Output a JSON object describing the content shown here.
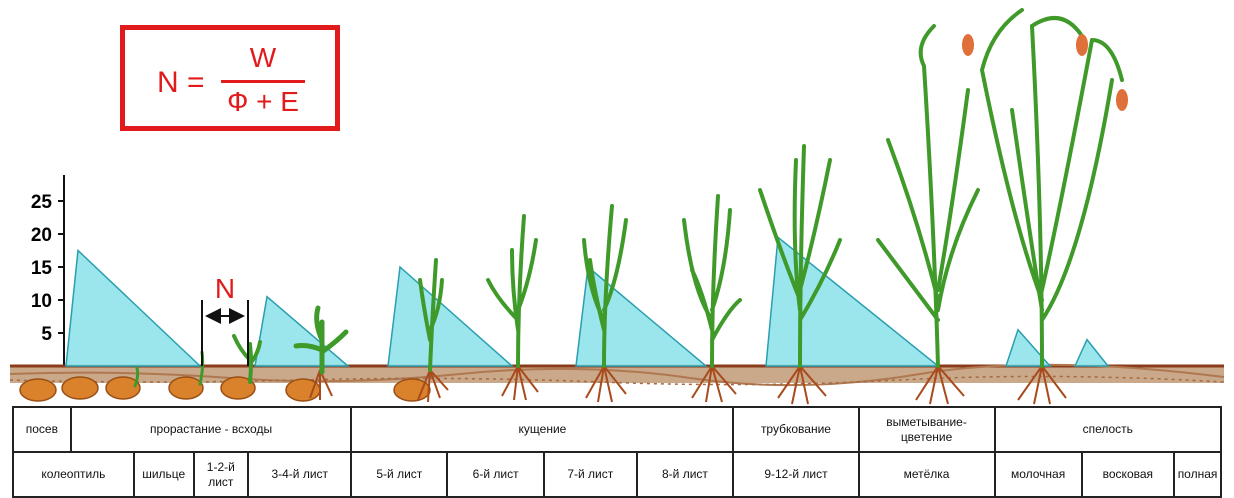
{
  "formula": {
    "lhs": "N =",
    "numerator": "W",
    "denominator": "Ф + Е"
  },
  "marker_label": "N",
  "y_axis": {
    "ticks": [
      "5",
      "10",
      "15",
      "20",
      "25"
    ]
  },
  "stage_values": [
    17.5,
    10.5,
    15,
    15,
    19.5,
    5.5,
    4
  ],
  "stages_row1": [
    {
      "label": "посев",
      "span": 1
    },
    {
      "label": "прорастание - всходы",
      "span": 4
    },
    {
      "label": "кущение",
      "span": 4
    },
    {
      "label": "трубкование",
      "span": 1
    },
    {
      "label": "выметывание-цветение",
      "span": 1
    },
    {
      "label": "спелость",
      "span": 3
    }
  ],
  "stages_row2": [
    {
      "label": "колеоптиль",
      "span": 2
    },
    {
      "label": "шильце",
      "span": 1
    },
    {
      "label": "1-2-й лист",
      "span": 1
    },
    {
      "label": "3-4-й лист",
      "span": 1
    },
    {
      "label": "5-й лист",
      "span": 1
    },
    {
      "label": "6-й лист",
      "span": 1
    },
    {
      "label": "7-й лист",
      "span": 1
    },
    {
      "label": "8-й лист",
      "span": 1
    },
    {
      "label": "9-12-й лист",
      "span": 1
    },
    {
      "label": "метёлка",
      "span": 1
    },
    {
      "label": "молочная",
      "span": 1
    },
    {
      "label": "восковая",
      "span": 1
    },
    {
      "label": "полная",
      "span": 1
    }
  ],
  "colors": {
    "triangle": "#8fe3ea",
    "triangle_stroke": "#2a9fb0",
    "formula": "#e11b1b",
    "soil": "#8a3b1a",
    "plant": "#3f9a2a",
    "seed": "#d9822b",
    "panicle_tip": "#e0703a"
  }
}
